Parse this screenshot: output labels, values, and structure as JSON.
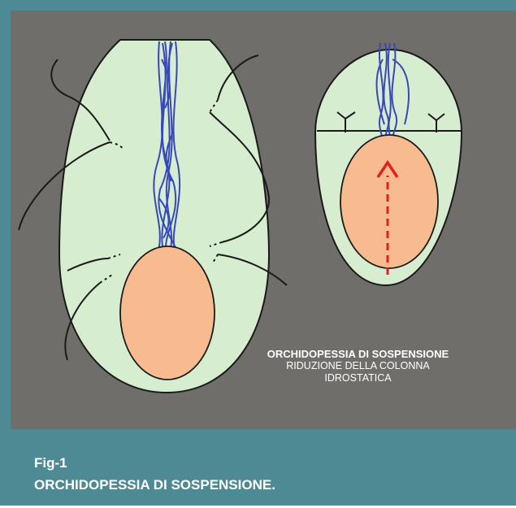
{
  "figure": {
    "annotation_title": "ORCHIDOPESSIA DI SOSPENSIONE",
    "annotation_line1": "RIDUZIONE DELLA COLONNA",
    "annotation_line2": "IDROSTATICA"
  },
  "caption": {
    "label": "Fig-1",
    "text": "ORCHIDOPESSIA DI SOSPENSIONE."
  },
  "colors": {
    "frame": "#4e8a93",
    "panel": "#6f6e6b",
    "scrotum": "#d7edcf",
    "testis": "#f7bb8f",
    "cord": "#3848b8",
    "arrow": "#e02020"
  }
}
